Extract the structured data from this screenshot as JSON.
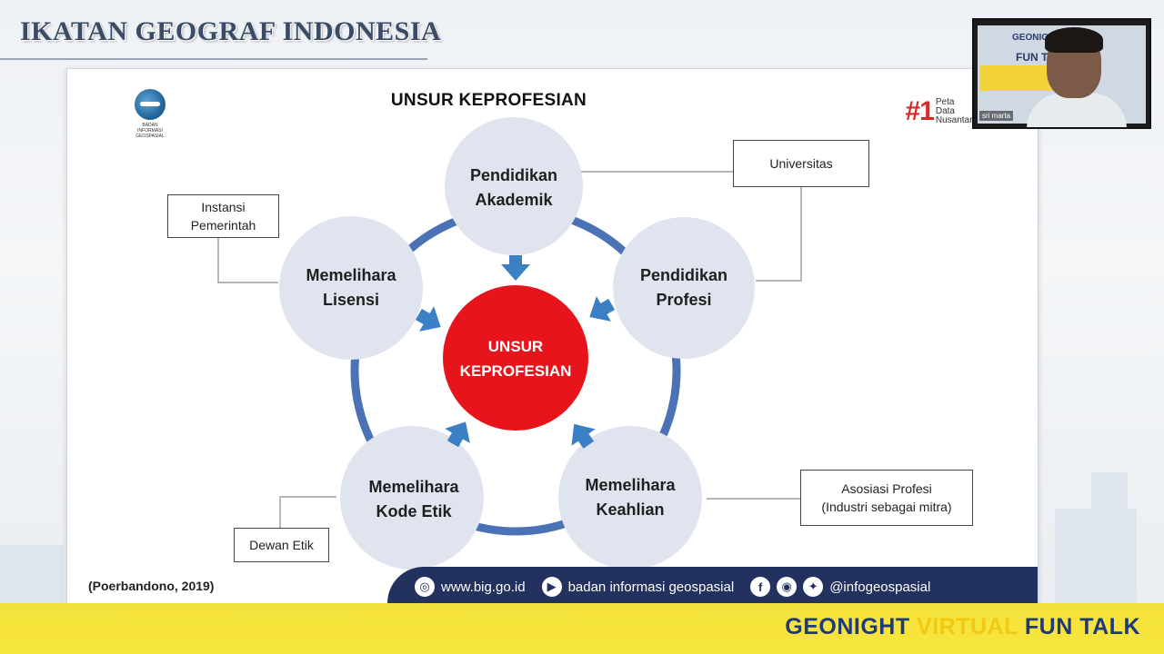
{
  "banner": {
    "title": "IKATAN GEOGRAF INDONESIA"
  },
  "slide": {
    "title": "UNSUR KEPROFESIAN",
    "logo_text": "BADAN INFORMASI GEOSPASIAL",
    "pdn_hash": "#1",
    "pdn_lines": [
      "Peta",
      "Data",
      "Nusantara"
    ],
    "center": {
      "line1": "UNSUR",
      "line2": "KEPROFESIAN",
      "color": "#e8141b"
    },
    "nodes": [
      {
        "line1": "Pendidikan",
        "line2": "Akademik"
      },
      {
        "line1": "Pendidikan",
        "line2": "Profesi"
      },
      {
        "line1": "Memelihara",
        "line2": "Keahlian"
      },
      {
        "line1": "Memelihara",
        "line2": "Kode Etik"
      },
      {
        "line1": "Memelihara",
        "line2": "Lisensi"
      }
    ],
    "boxes": {
      "universitas": "Universitas",
      "instansi_line1": "Instansi",
      "instansi_line2": "Pemerintah",
      "asosiasi_line1": "Asosiasi Profesi",
      "asosiasi_line2": "(Industri sebagai mitra)",
      "dewan": "Dewan Etik"
    },
    "citation": "(Poerbandono, 2019)",
    "social": {
      "website": "www.big.go.id",
      "youtube": "badan informasi geospasial",
      "handle": "@infogeospasial"
    },
    "colors": {
      "ring": "#4a72b5",
      "arrow": "#3b7fc4",
      "node": "#dfe4ef"
    }
  },
  "webcam": {
    "bg_text1": "GEONIGHT",
    "bg_text2": "FUN TALK",
    "name": "sri marta"
  },
  "footer": {
    "part1": "GEONIGHT ",
    "part2": "VIRTUAL ",
    "part3": "FUN TALK"
  }
}
